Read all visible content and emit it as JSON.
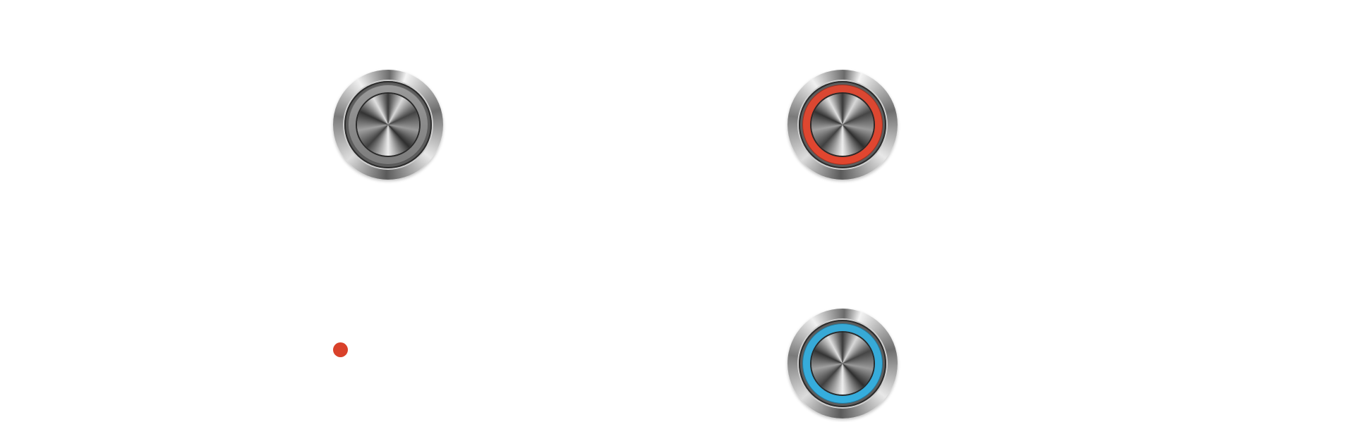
{
  "buttons": [
    {
      "id": "off",
      "state": "unlit",
      "ring_color": "#8a8a8a"
    },
    {
      "id": "red",
      "state": "lit",
      "ring_color": "#e2462f"
    },
    {
      "id": "blue",
      "state": "lit",
      "ring_color": "#35aede"
    }
  ],
  "indicator": {
    "color": "#d9412a"
  },
  "icons": [
    "push-button-icon",
    "indicator-dot-icon"
  ]
}
